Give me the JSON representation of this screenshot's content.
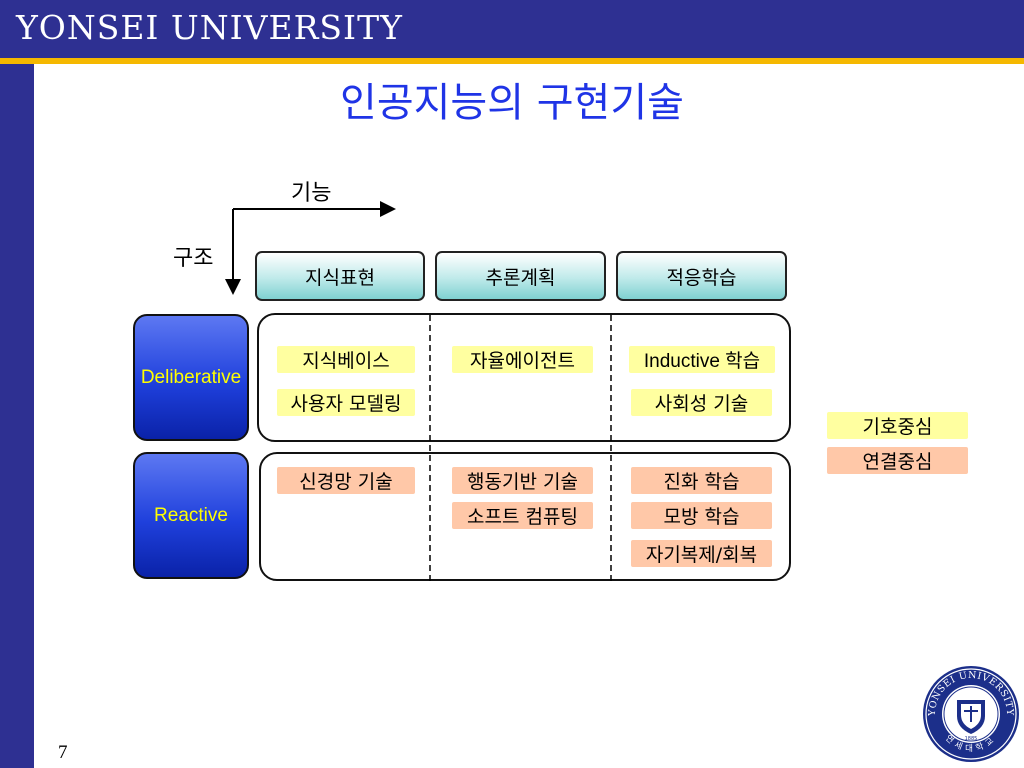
{
  "header": {
    "university": "YONSEI UNIVERSITY"
  },
  "slide": {
    "title": "인공지능의 구현기술",
    "page_number": "7"
  },
  "axes": {
    "function_label": "기능",
    "structure_label": "구조"
  },
  "columns": [
    "지식표현",
    "추론계획",
    "적응학습"
  ],
  "rows": [
    {
      "label": "Deliberative",
      "cells": [
        [
          "지식베이스",
          "사용자 모델링"
        ],
        [
          "자율에이전트"
        ],
        [
          "Inductive 학습",
          "사회성 기술"
        ]
      ]
    },
    {
      "label": "Reactive",
      "cells": [
        [
          "신경망 기술"
        ],
        [
          "행동기반 기술",
          "소프트 컴퓨팅"
        ],
        [
          "진화 학습",
          "모방 학습",
          "자기복제/회복"
        ]
      ]
    }
  ],
  "legend": {
    "symbolic": "기호중심",
    "connectionist": "연결중심"
  },
  "seal": {
    "text_top": "YONSEI UNIVERSITY",
    "year": "1885",
    "text_bottom": "연세대학교"
  },
  "colors": {
    "navy": "#2e3092",
    "gold": "#f5b800",
    "title_blue": "#1f34e6",
    "symbolic_tag": "#ffffa0",
    "connectionist_tag": "#ffc8a8",
    "row_label_text": "#ffff00"
  }
}
